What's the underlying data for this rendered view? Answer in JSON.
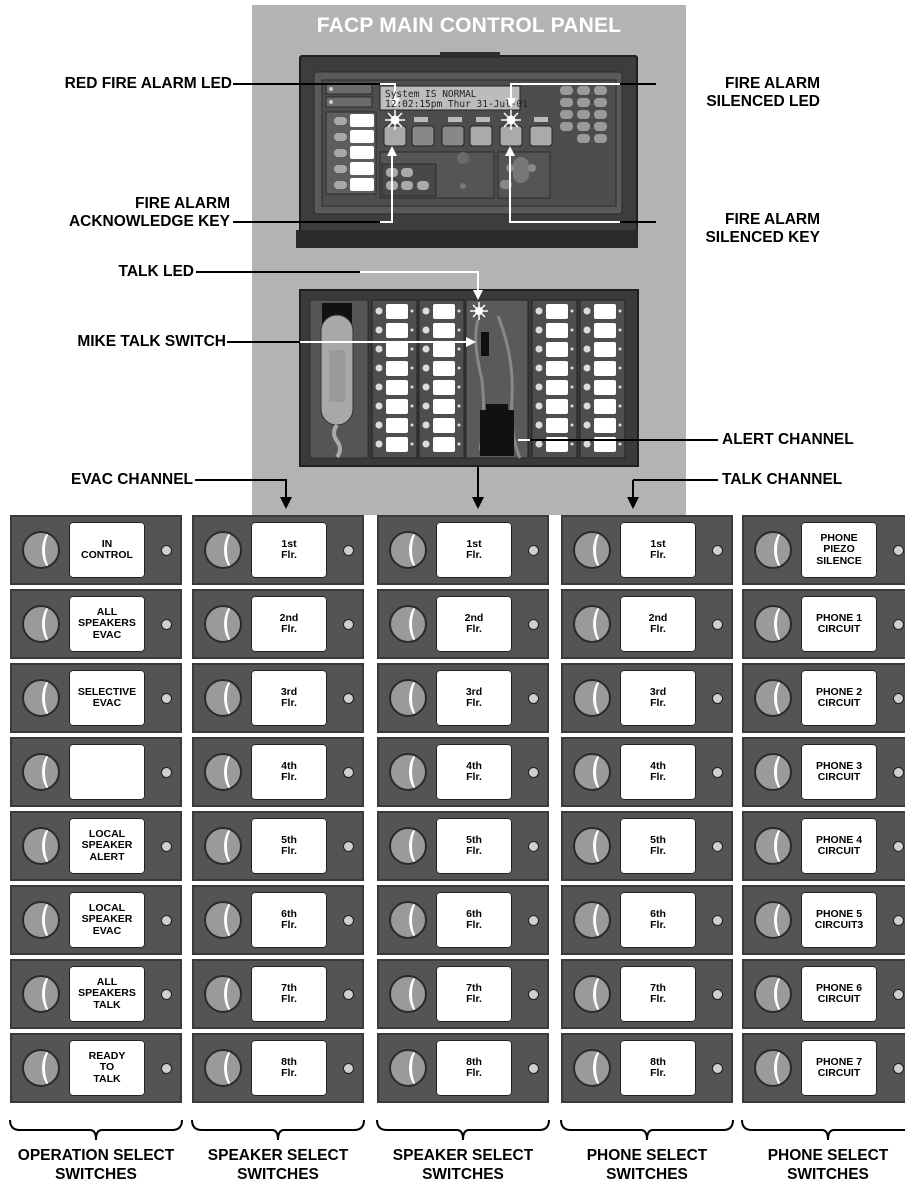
{
  "panel": {
    "title": "FACP MAIN CONTROL PANEL",
    "display_line1": "System IS NORMAL",
    "display_line2": "12:02:15pm  Thur  31-Jul-01"
  },
  "callouts": {
    "red_fire_alarm_led": "RED FIRE ALARM LED",
    "fire_alarm_silenced_led": "FIRE ALARM\nSILENCED LED",
    "fire_alarm_acknowledge_key": "FIRE ALARM\nACKNOWLEDGE KEY",
    "fire_alarm_silenced_key": "FIRE ALARM\nSILENCED KEY",
    "talk_led": "TALK LED",
    "mike_talk_switch": "MIKE TALK SWITCH",
    "alert_channel": "ALERT CHANNEL",
    "evac_channel": "EVAC CHANNEL",
    "talk_channel": "TALK CHANNEL"
  },
  "modules": [
    {
      "caption": "OPERATION SELECT\nSWITCHES",
      "switches": [
        "IN\nCONTROL",
        "ALL\nSPEAKERS\nEVAC",
        "SELECTIVE\nEVAC",
        "",
        "LOCAL\nSPEAKER\nALERT",
        "LOCAL\nSPEAKER\nEVAC",
        "ALL\nSPEAKERS\nTALK",
        "READY\nTO\nTALK"
      ]
    },
    {
      "caption": "SPEAKER SELECT\nSWITCHES",
      "switches": [
        "1st\nFlr.",
        "2nd\nFlr.",
        "3rd\nFlr.",
        "4th\nFlr.",
        "5th\nFlr.",
        "6th\nFlr.",
        "7th\nFlr.",
        "8th\nFlr."
      ]
    },
    {
      "caption": "SPEAKER SELECT\nSWITCHES",
      "switches": [
        "1st\nFlr.",
        "2nd\nFlr.",
        "3rd\nFlr.",
        "4th\nFlr.",
        "5th\nFlr.",
        "6th\nFlr.",
        "7th\nFlr.",
        "8th\nFlr."
      ]
    },
    {
      "caption": "PHONE SELECT\nSWITCHES",
      "switches": [
        "1st\nFlr.",
        "2nd\nFlr.",
        "3rd\nFlr.",
        "4th\nFlr.",
        "5th\nFlr.",
        "6th\nFlr.",
        "7th\nFlr.",
        "8th\nFlr."
      ]
    },
    {
      "caption": "PHONE SELECT\nSWITCHES",
      "switches": [
        "PHONE\nPIEZO\nSILENCE",
        "PHONE 1\nCIRCUIT",
        "PHONE 2\nCIRCUIT",
        "PHONE 3\nCIRCUIT",
        "PHONE 4\nCIRCUIT",
        "PHONE 5\nCIRCUIT3",
        "PHONE 6\nCIRCUIT",
        "PHONE 7\nCIRCUIT"
      ]
    }
  ]
}
